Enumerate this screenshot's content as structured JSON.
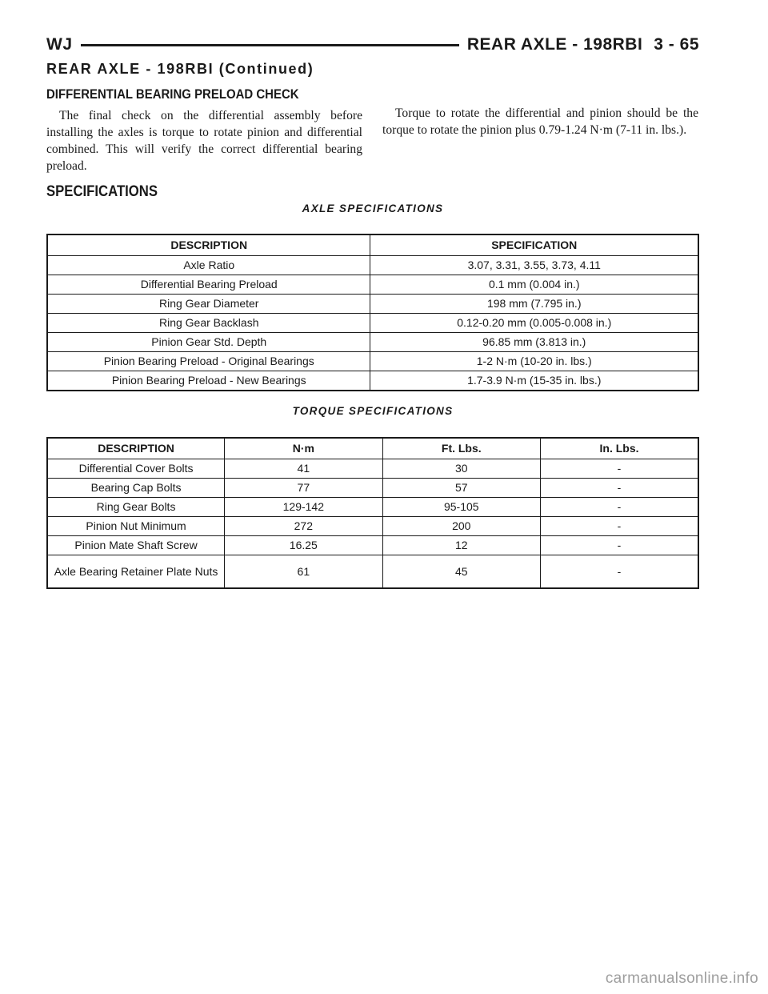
{
  "header": {
    "left": "WJ",
    "section": "REAR AXLE - 198RBI",
    "page_number": "3 - 65"
  },
  "continued_title": "REAR AXLE - 198RBI (Continued)",
  "preload_check": {
    "heading": "DIFFERENTIAL BEARING PRELOAD CHECK",
    "paragraph_1": "The final check on the differential assembly before installing the axles is torque to rotate pinion and differential combined. This will verify the correct differential bearing preload.",
    "paragraph_2": "Torque to rotate the differential and pinion should be the torque to rotate the pinion plus 0.79-1.24 N·m (7-11 in. lbs.)."
  },
  "specifications_heading": "SPECIFICATIONS",
  "axle_specs": {
    "caption": "AXLE SPECIFICATIONS",
    "headers": [
      "DESCRIPTION",
      "SPECIFICATION"
    ],
    "rows": [
      [
        "Axle Ratio",
        "3.07, 3.31, 3.55, 3.73, 4.11"
      ],
      [
        "Differential Bearing Preload",
        "0.1 mm (0.004 in.)"
      ],
      [
        "Ring Gear Diameter",
        "198 mm (7.795 in.)"
      ],
      [
        "Ring Gear Backlash",
        "0.12-0.20 mm (0.005-0.008 in.)"
      ],
      [
        "Pinion Gear Std. Depth",
        "96.85 mm (3.813 in.)"
      ],
      [
        "Pinion Bearing Preload - Original Bearings",
        "1-2 N·m (10-20 in. lbs.)"
      ],
      [
        "Pinion Bearing Preload - New Bearings",
        "1.7-3.9 N·m (15-35 in. lbs.)"
      ]
    ]
  },
  "torque_specs": {
    "caption": "TORQUE SPECIFICATIONS",
    "headers": [
      "DESCRIPTION",
      "N·m",
      "Ft. Lbs.",
      "In. Lbs."
    ],
    "rows": [
      [
        "Differential Cover Bolts",
        "41",
        "30",
        "-"
      ],
      [
        "Bearing Cap Bolts",
        "77",
        "57",
        "-"
      ],
      [
        "Ring Gear Bolts",
        "129-142",
        "95-105",
        "-"
      ],
      [
        "Pinion Nut Minimum",
        "272",
        "200",
        "-"
      ],
      [
        "Pinion Mate Shaft Screw",
        "16.25",
        "12",
        "-"
      ],
      [
        "Axle Bearing Retainer Plate Nuts",
        "61",
        "45",
        "-"
      ]
    ]
  },
  "watermark": "carmanualsonline.info"
}
